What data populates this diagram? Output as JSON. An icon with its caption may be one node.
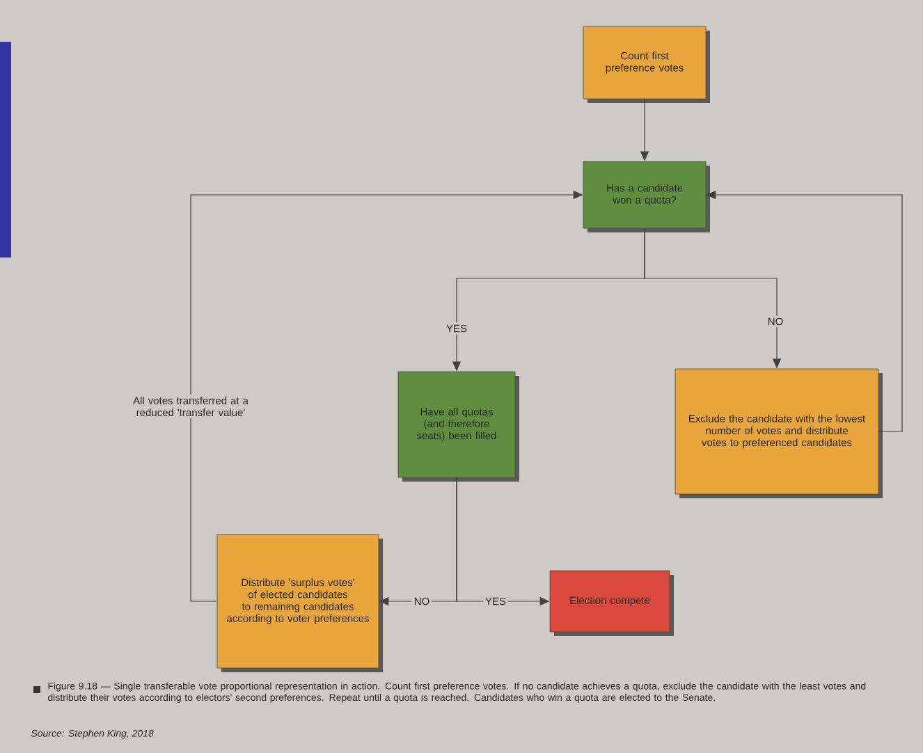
{
  "diagram": {
    "caption": "Figure 9.18 — Single transferable vote proportional representation in action. Count first preference votes. If no candidate achieves a quota, exclude the candidate with the least votes and distribute their votes according to electors' second preferences. Repeat until a quota is reached. Candidates who win a quota are elected to the Senate.",
    "nodes": [
      {
        "text": [
          "Count first preference votes"
        ]
      },
      {
        "text": [
          "Has a candidate won a quota?"
        ]
      },
      {
        "text": [
          "Have all quotas (and therefore seats) been filled"
        ]
      },
      {
        "text": [
          "Exclude the candidate with the lowest number of votes and distribute votes to preferenced candidates"
        ]
      },
      {
        "text": [
          "Distribute 'surplus votes' of elected candidates to remaining candidates according to voter preferences"
        ]
      },
      {
        "text": [
          "Election compete"
        ]
      }
    ],
    "edges": [
      {
        "from": 0,
        "to": 1,
        "arrow": "to"
      },
      {
        "from": 1,
        "to": 2,
        "arrow": "to",
        "label": "YES"
      },
      {
        "from": 1,
        "to": 3,
        "arrow": "to",
        "label": "NO"
      },
      {
        "from": 3,
        "to": 1,
        "arrow": "to"
      },
      {
        "from": 2,
        "to": 4,
        "arrow": "to",
        "label": "NO"
      },
      {
        "from": 2,
        "to": 5,
        "arrow": "to",
        "label": "YES"
      },
      {
        "from": 4,
        "to": 1,
        "arrow": "to",
        "label": "All votes transferred at a reduced 'transfer value'"
      }
    ],
    "labels": [
      "Source: Stephen King, 2018"
    ]
  }
}
